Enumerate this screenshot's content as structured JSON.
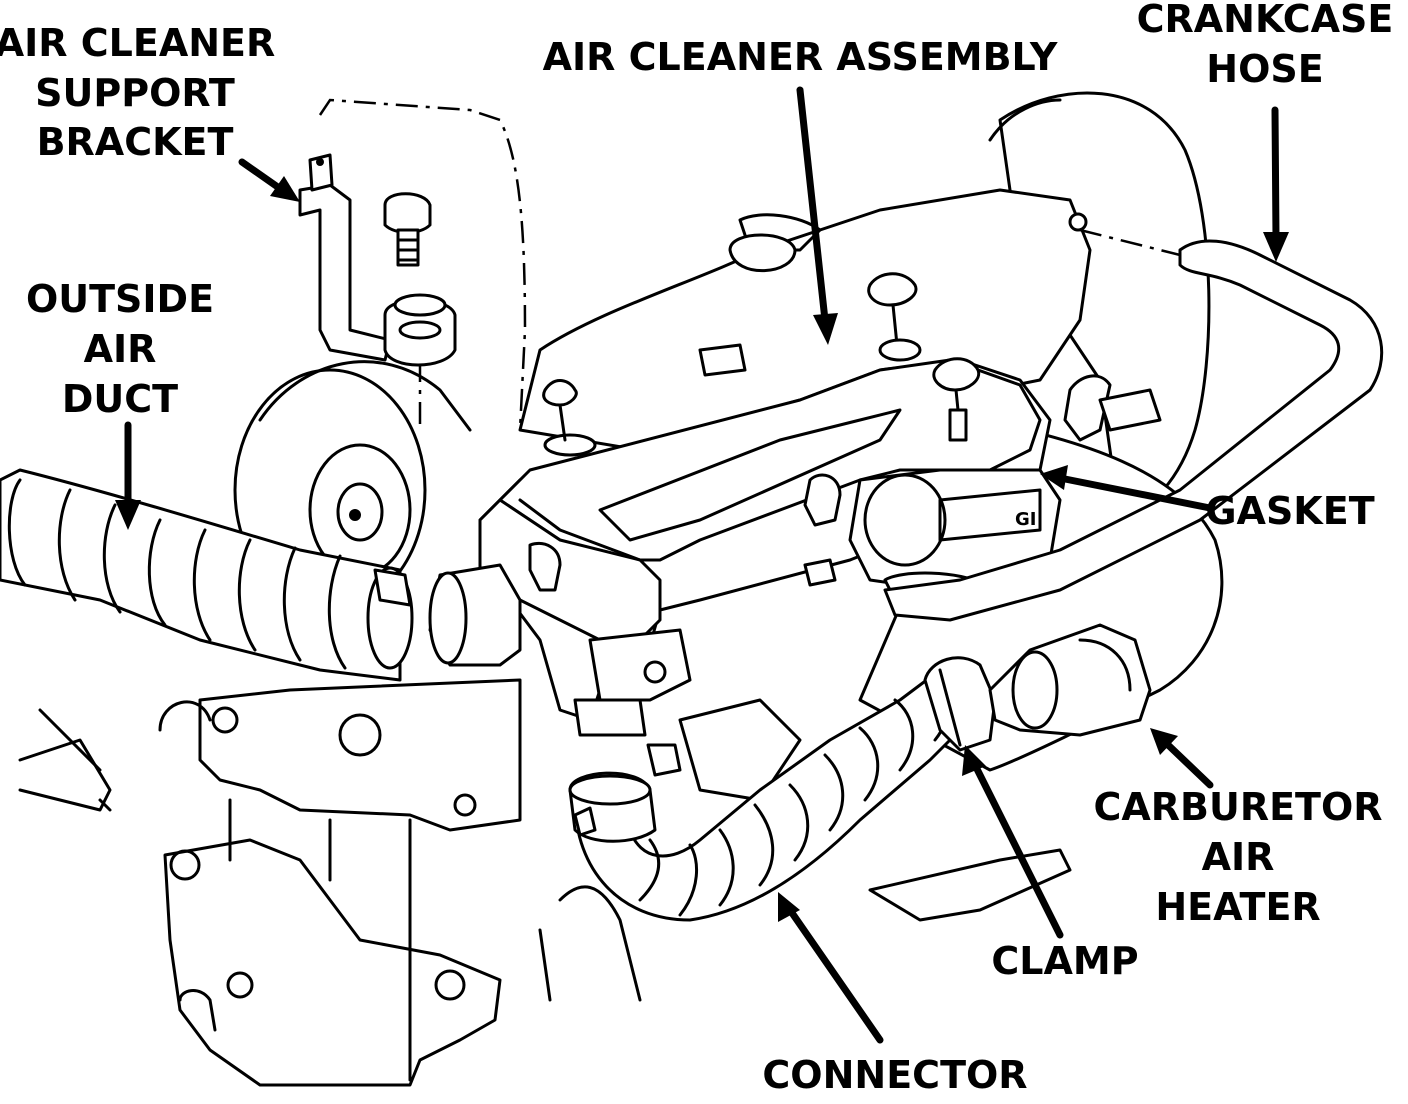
{
  "labels": {
    "air_cleaner_support_bracket": [
      "AIR CLEANER",
      "SUPPORT",
      "BRACKET"
    ],
    "air_cleaner_assembly": "AIR CLEANER ASSEMBLY",
    "crankcase_hose": [
      "CRANKCASE",
      "HOSE"
    ],
    "outside_air_duct": [
      "OUTSIDE",
      "AIR",
      "DUCT"
    ],
    "gasket": "GASKET",
    "carburetor_air_heater": [
      "CARBURETOR",
      "AIR",
      "HEATER"
    ],
    "clamp": "CLAMP",
    "connector": "CONNECTOR"
  }
}
